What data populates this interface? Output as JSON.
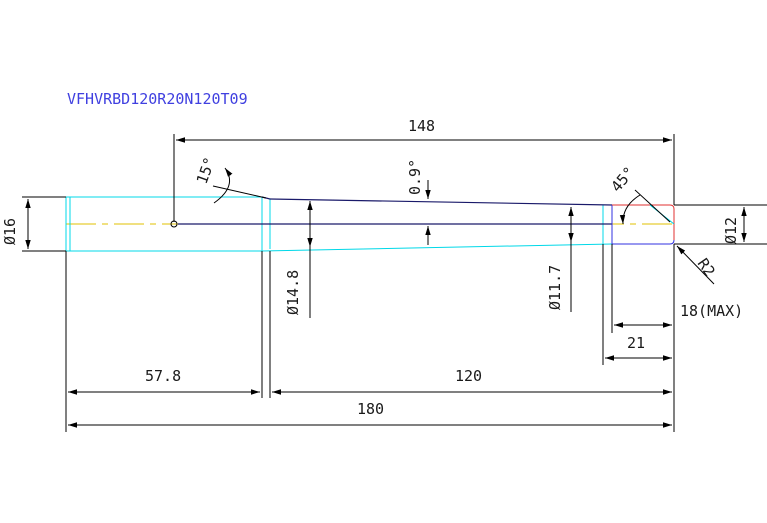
{
  "drawing": {
    "part_number": "VFHVRBD120R20N120T09",
    "dimensions": {
      "overall_top": "148",
      "angle_15": "15°",
      "angle_09": "0.9°",
      "angle_45": "45°",
      "dia_16": "Ø16",
      "dia_148": "Ø14.8",
      "dia_117": "Ø11.7",
      "dia_12": "Ø12",
      "radius_r2": "R2",
      "max_18": "18(MAX)",
      "len_21": "21",
      "len_578": "57.8",
      "len_120": "120",
      "overall_bottom": "180"
    }
  }
}
